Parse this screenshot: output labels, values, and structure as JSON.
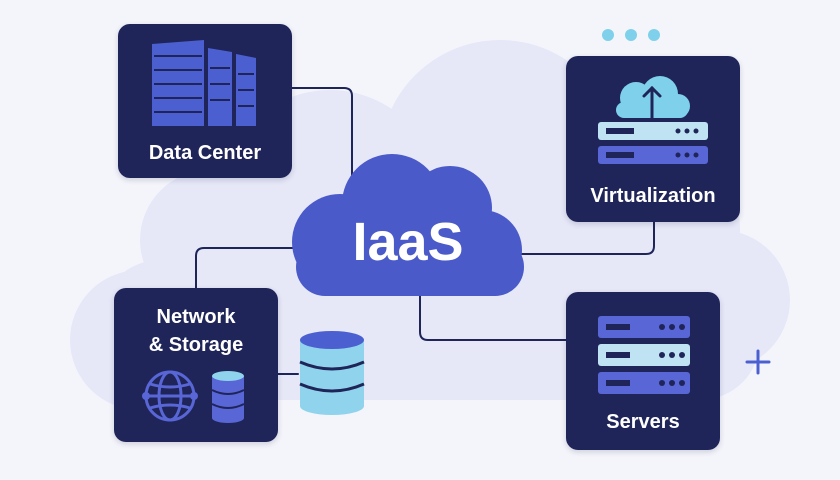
{
  "hub": {
    "label": "IaaS"
  },
  "nodes": {
    "data_center": {
      "label": "Data Center"
    },
    "virtualization": {
      "label": "Virtualization"
    },
    "network_storage": {
      "label_line1": "Network",
      "label_line2": "& Storage"
    },
    "servers": {
      "label": "Servers"
    }
  },
  "colors": {
    "background": "#f4f5fb",
    "backdrop_cloud": "#e6e8f8",
    "card": "#1f2559",
    "hub_cloud": "#4a5ac9",
    "accent_blue": "#4b5fd1",
    "accent_cyan": "#7fd0ea",
    "wire": "#1f2559"
  },
  "icons": {
    "data_center": "building-icon",
    "virtualization": "cloud-upload-server-icon",
    "network_storage": [
      "globe-icon",
      "database-icon"
    ],
    "servers": "server-rack-icon",
    "standalone": "database-stack-icon",
    "decor": [
      "dots-icon",
      "plus-icon"
    ]
  }
}
